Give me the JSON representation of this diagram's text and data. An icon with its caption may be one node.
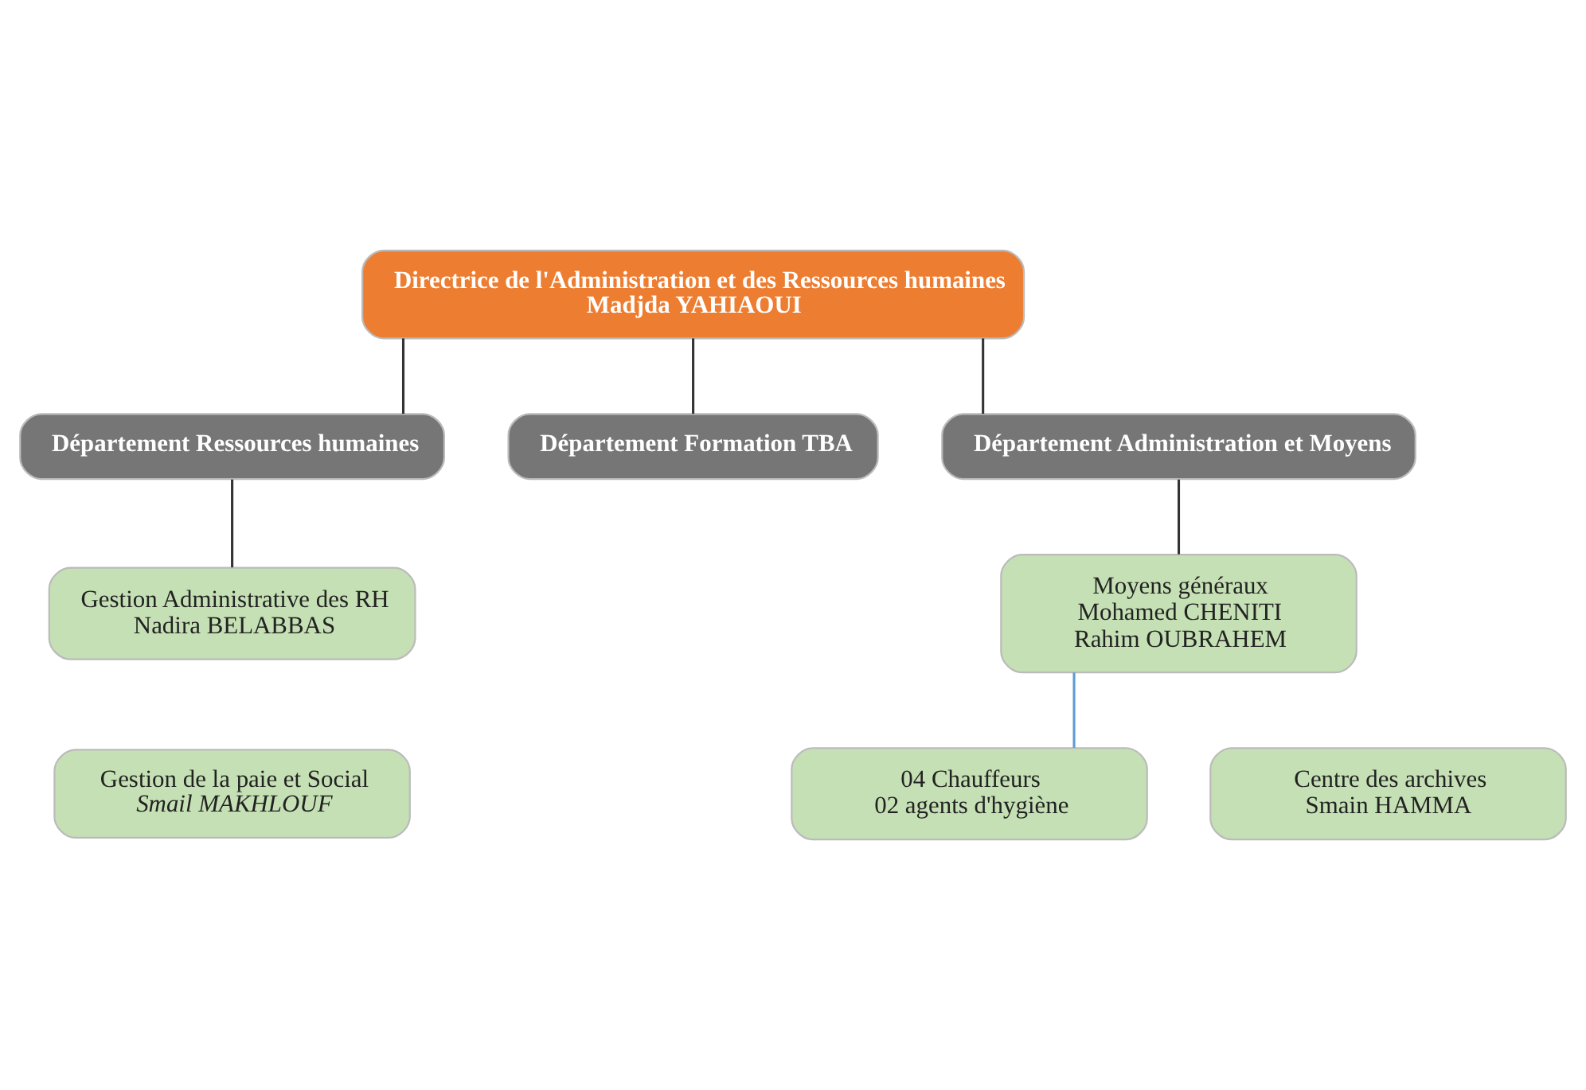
{
  "diagram": {
    "nodes": [
      {
        "text": [
          "Directrice de l'Administration et des Ressources humaines",
          "Madjda YAHIAOUI"
        ]
      },
      {
        "text": [
          "Département Ressources humaines"
        ]
      },
      {
        "text": [
          "Département Formation TBA"
        ]
      },
      {
        "text": [
          "Département Administration et Moyens"
        ]
      },
      {
        "text": [
          "Gestion Administrative des RH",
          "Nadira BELABBAS"
        ]
      },
      {
        "text": [
          "Gestion de la paie et Social",
          "Smail MAKHLOUF"
        ]
      },
      {
        "text": [
          "Moyens généraux",
          "Mohamed CHENITI",
          "Rahim OUBRAHEM"
        ]
      },
      {
        "text": [
          "04 Chauffeurs",
          "02 agents d'hygiène"
        ]
      },
      {
        "text": [
          "Centre des archives",
          "Smain HAMMA"
        ]
      }
    ],
    "edges": [
      {
        "from": 0,
        "to": 1,
        "arrow": "none"
      },
      {
        "from": 0,
        "to": 2,
        "arrow": "none"
      },
      {
        "from": 0,
        "to": 3,
        "arrow": "none"
      },
      {
        "from": 1,
        "to": 4,
        "arrow": "none"
      },
      {
        "from": 3,
        "to": 6,
        "arrow": "none"
      },
      {
        "from": 6,
        "to": 7,
        "arrow": "none",
        "color": "#5b9bd5"
      }
    ]
  }
}
